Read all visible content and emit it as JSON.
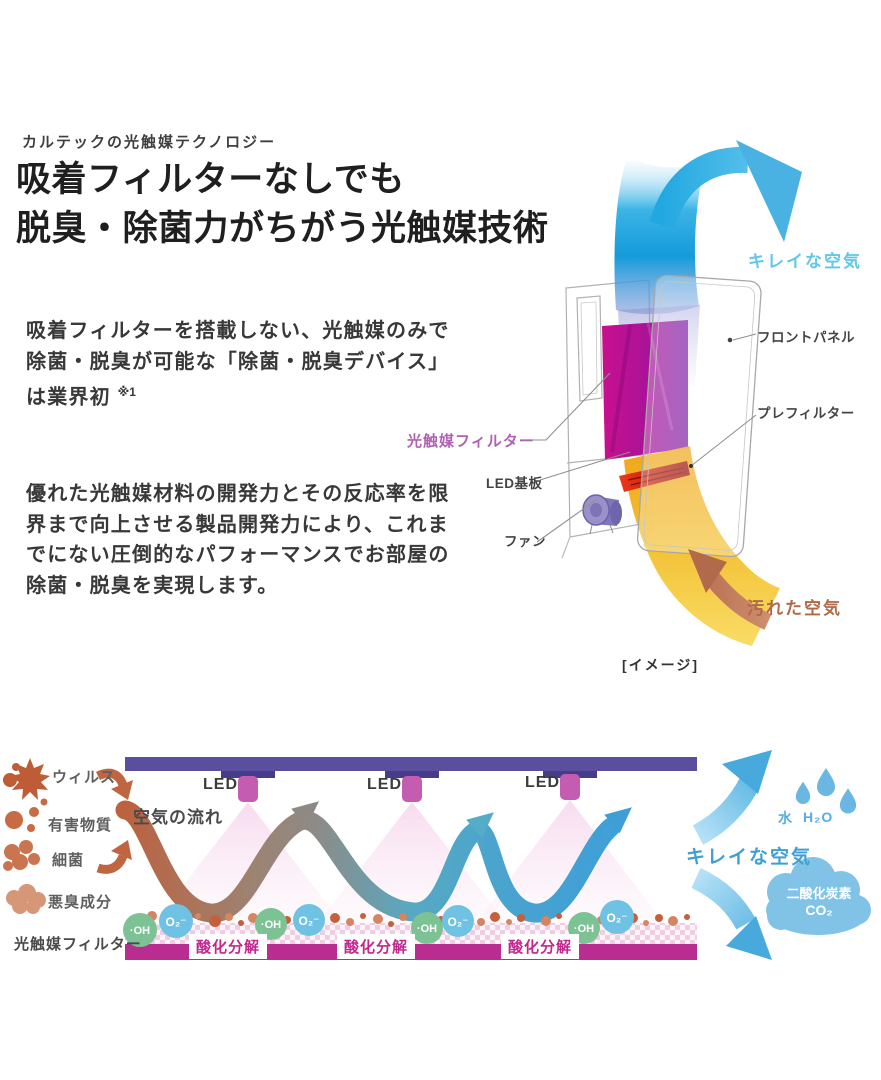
{
  "intro": {
    "eyebrow": "カルテックの光触媒テクノロジー",
    "title_line1": "吸着フィルターなしでも",
    "title_line2": "脱臭・除菌力がちがう光触媒技術",
    "paragraph1": "吸着フィルターを搭載しない、光触媒のみで\n除菌・脱臭が可能な「除菌・脱臭デバイス」\nは業界初",
    "paragraph1_note": "※1",
    "paragraph2": "優れた光触媒材料の開発力とその反応率を限\n界まで向上させる製品開発力により、これま\nでにない圧倒的なパフォーマンスでお部屋の\n除菌・脱臭を実現します。"
  },
  "device_figure": {
    "labels": {
      "clean_air": "キレイな空気",
      "front_panel": "フロントパネル",
      "photocatalyst_filter": "光触媒フィルター",
      "pre_filter": "プレフィルター",
      "led_board": "LED基板",
      "fan": "ファン",
      "dirty_air": "汚れた空気",
      "caption": "[イメージ]"
    }
  },
  "mechanism_figure": {
    "legend": [
      {
        "label": "ウィルス"
      },
      {
        "label": "有害物質"
      },
      {
        "label": "細菌"
      },
      {
        "label": "悪臭成分"
      }
    ],
    "filter_label": "光触媒フィルター",
    "airflow_label": "空気の流れ",
    "led_label": "LED",
    "oxidation_label": "酸化分解",
    "clean_air_label": "キレイな空気",
    "water_label": "水",
    "water_formula": "H₂O",
    "co2_label": "二酸化炭素",
    "co2_formula": "CO₂",
    "molecules": {
      "oh": "·OH",
      "o2": "O₂⁻"
    }
  },
  "colors": {
    "accent_magenta": "#c2278f",
    "filter_magenta": "#b5109b",
    "led_bar_purple": "#5a4f9e",
    "clean_air_cyan": "#62c6e8",
    "clean_air_blue": "#3f9fd3",
    "dirty_air_brown": "#b06a4a",
    "photocatalyst_label_pink": "#b062b2"
  }
}
